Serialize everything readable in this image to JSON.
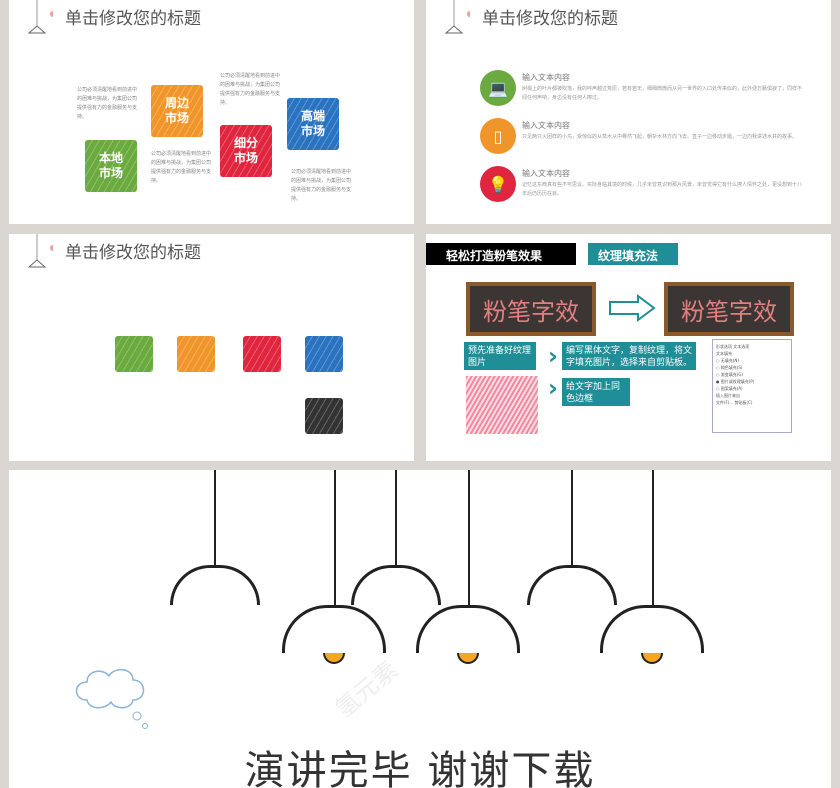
{
  "slide1": {
    "title": "单击修改您的标题",
    "desc": "公司必须清醒地看到前进中的困难与挑战，为集团公司提供强有力的金融服务与支持。",
    "blocks": [
      {
        "label": "本地\n市场",
        "color": "#6aaa3e"
      },
      {
        "label": "周边\n市场",
        "color": "#f0952a"
      },
      {
        "label": "细分\n市场",
        "color": "#e0263e"
      },
      {
        "label": "高端\n市场",
        "color": "#2a73c0"
      }
    ]
  },
  "slide2": {
    "title": "单击修改您的标题",
    "items": [
      {
        "icon": "laptop-icon",
        "color": "#6aaa3e",
        "heading": "输入文本内容",
        "body": "树梢上的叶片都被吹落，我的呼声越过荒原，若有若无，细细微微而从另一世界的入口处传来似的，此外便万籁俱寂了，同样不闻任何声响，身边没有任何人擦过。"
      },
      {
        "icon": "tablet-icon",
        "color": "#f0952a",
        "heading": "输入文本内容",
        "body": "只见两只火团样的小鸟，受惊似的从草木从中蓦然飞起，朝杂木林方向飞去。直子一边移动步履，一边向我讲述水井的故事。"
      },
      {
        "icon": "lightbulb-icon",
        "color": "#e0263e",
        "heading": "输入文本内容",
        "body": "记忆这东西真有些不可思议。实际身临其境的时候，几乎未曾意识到那片风景，未曾觉得它有什么撩人情怀之处，更没想到十八年后仍历历在目。"
      }
    ]
  },
  "slide3": {
    "title": "单击修改您的标题",
    "colors": [
      "#6aaa3e",
      "#f0952a",
      "#e0263e",
      "#2a73c0",
      "#333333"
    ]
  },
  "slide4": {
    "heading": "轻松打造粉笔效果",
    "subheading": "纹理填充法",
    "board_text": "粉笔字效",
    "step1": "预先准备好纹理图片",
    "step2": "编写黑体文字，复制纹理，将文字填充图片，选择来自剪贴板。",
    "step3": "给文字加上同色边框",
    "dialog": [
      "形状选项  文本选项",
      "文本填充",
      "○ 无填充(N)",
      "○ 纯色填充(S)",
      "○ 渐变填充(G)",
      "● 图片或纹理填充(P)",
      "○ 图案填充(A)",
      "插入图片来自",
      "文件(F)...   剪贴板(C)"
    ]
  },
  "slide5": {
    "closing": "演讲完毕  谢谢下载",
    "watermark": "氢元素"
  }
}
